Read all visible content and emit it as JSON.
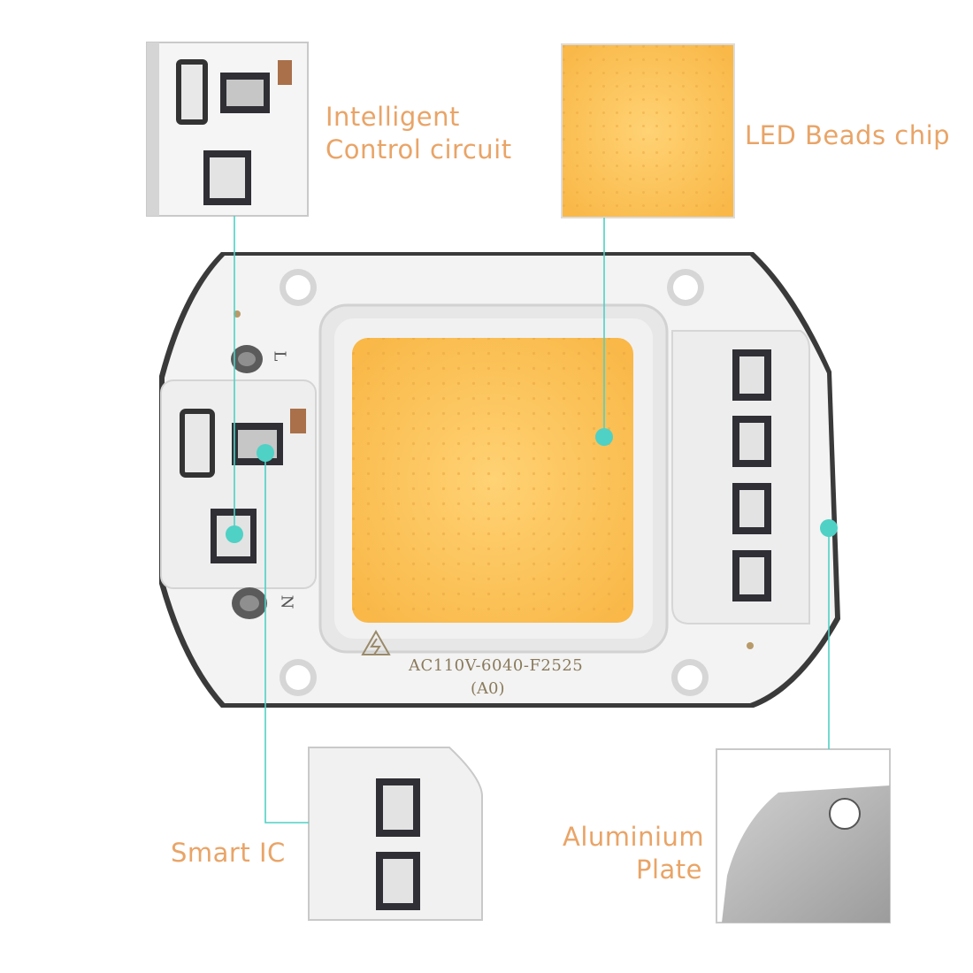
{
  "callouts": {
    "control_circuit": [
      "Intelligent",
      "Control circuit"
    ],
    "led_beads": "LED Beads chip",
    "smart_ic": "Smart IC",
    "aluminium": [
      "Aluminium",
      "Plate"
    ]
  },
  "board": {
    "model_line1": "AC110V-6040-F2525",
    "model_line2": "(A0)",
    "terminal_l": "L",
    "terminal_n": "N"
  },
  "colors": {
    "label_text": "#e9a467",
    "leader_line": "#4fd1c5",
    "led_yellow": "#fbc052",
    "board_white": "#f2f2f2",
    "aluminium": "#b9b9b9",
    "ic_dark": "#2f2f35"
  }
}
